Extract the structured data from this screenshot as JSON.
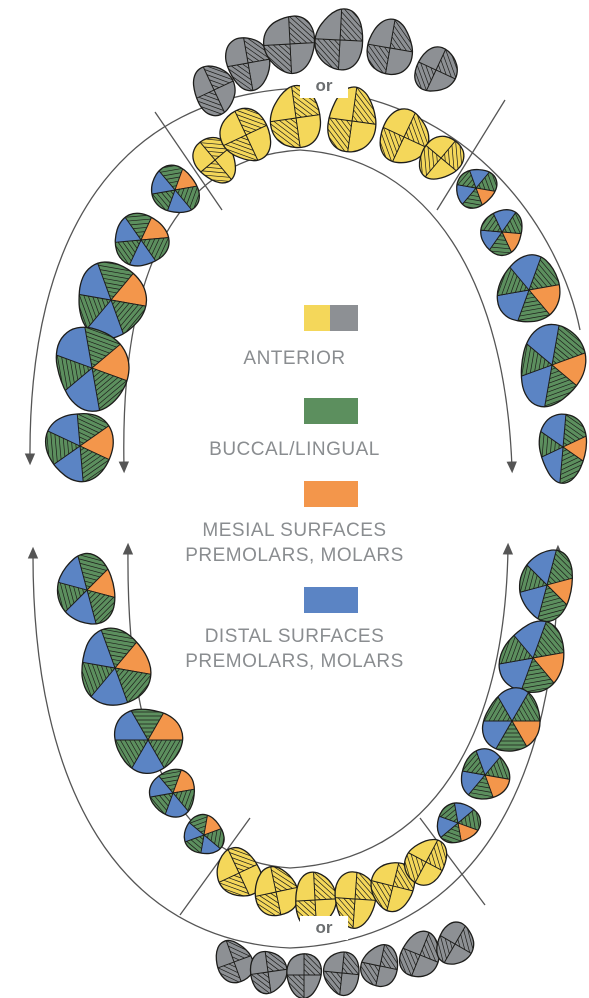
{
  "or_labels": {
    "top": "or",
    "bottom": "or"
  },
  "legend": [
    {
      "id": "anterior",
      "label": "ANTERIOR",
      "colors": [
        "#f4d75a",
        "#8d9094"
      ]
    },
    {
      "id": "buccal-lingual",
      "label": "BUCCAL/LINGUAL",
      "colors": [
        "#5c8f5e"
      ]
    },
    {
      "id": "mesial",
      "label": "MESIAL SURFACES\nPREMOLARS, MOLARS",
      "colors": [
        "#f3964b"
      ]
    },
    {
      "id": "distal",
      "label": "DISTAL SURFACES\nPREMOLARS, MOLARS",
      "colors": [
        "#5b84c4"
      ]
    }
  ],
  "colors": {
    "anterior": "#f4d75a",
    "anterior_alt": "#8d9094",
    "buccal_lingual": "#5c8f5e",
    "mesial": "#f3964b",
    "distal": "#5b84c4",
    "outline": "#1d1d1b",
    "guide": "#555555"
  }
}
